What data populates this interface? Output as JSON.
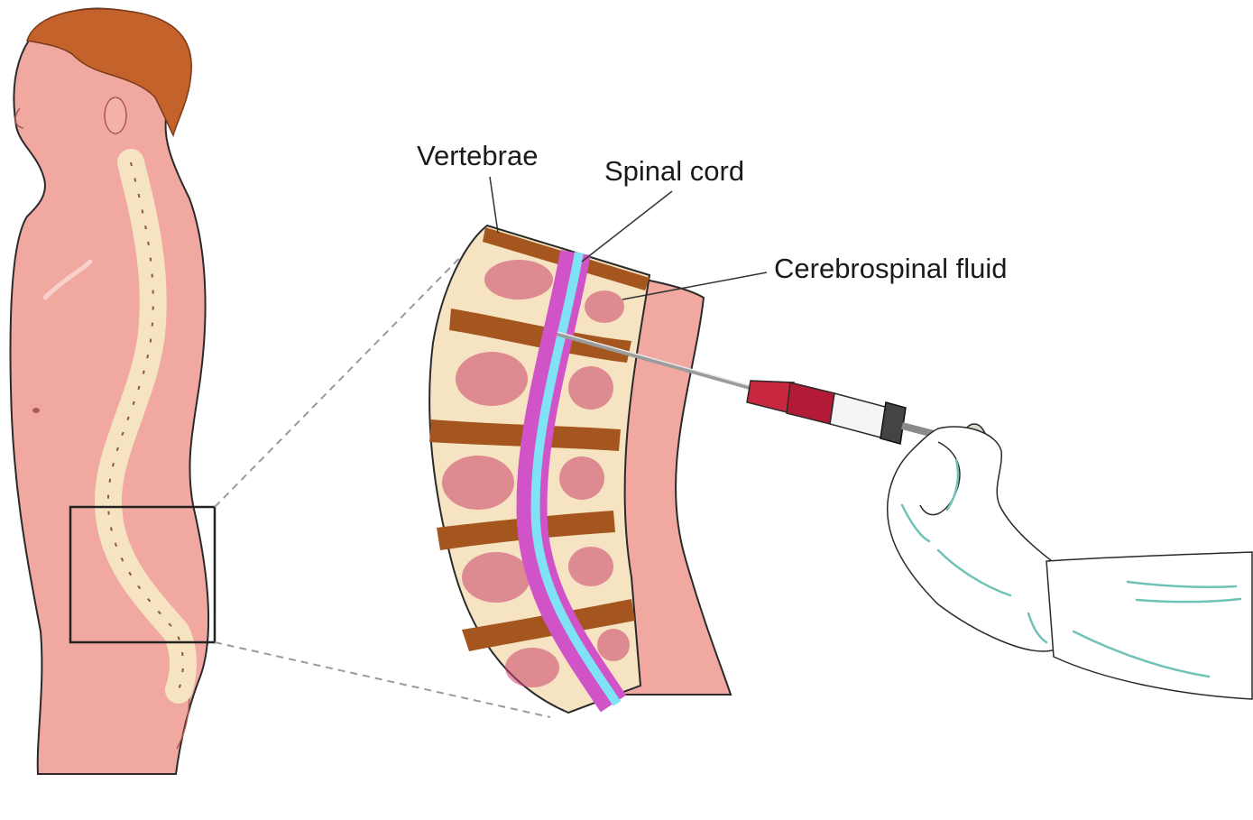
{
  "labels": {
    "vertebrae": "Vertebrae",
    "spinal_cord": "Spinal cord",
    "csf": "Cerebrospinal fluid"
  },
  "colors": {
    "skin": "#f0a8a0",
    "skin_outline": "#2a2a2a",
    "hair": "#c4622c",
    "bone": "#f6e3c2",
    "disc": "#a4561e",
    "spinal_cord": "#d153c8",
    "csf": "#7fe3f5",
    "needle": "#c9c9c9",
    "syringe_fluid": "#c7273f",
    "glove_line": "#6fc2b6",
    "zoom_box": "#222222"
  },
  "icons": {
    "person": "person-side-view-icon",
    "syringe": "syringe-icon",
    "glove": "gloved-hand-icon"
  }
}
